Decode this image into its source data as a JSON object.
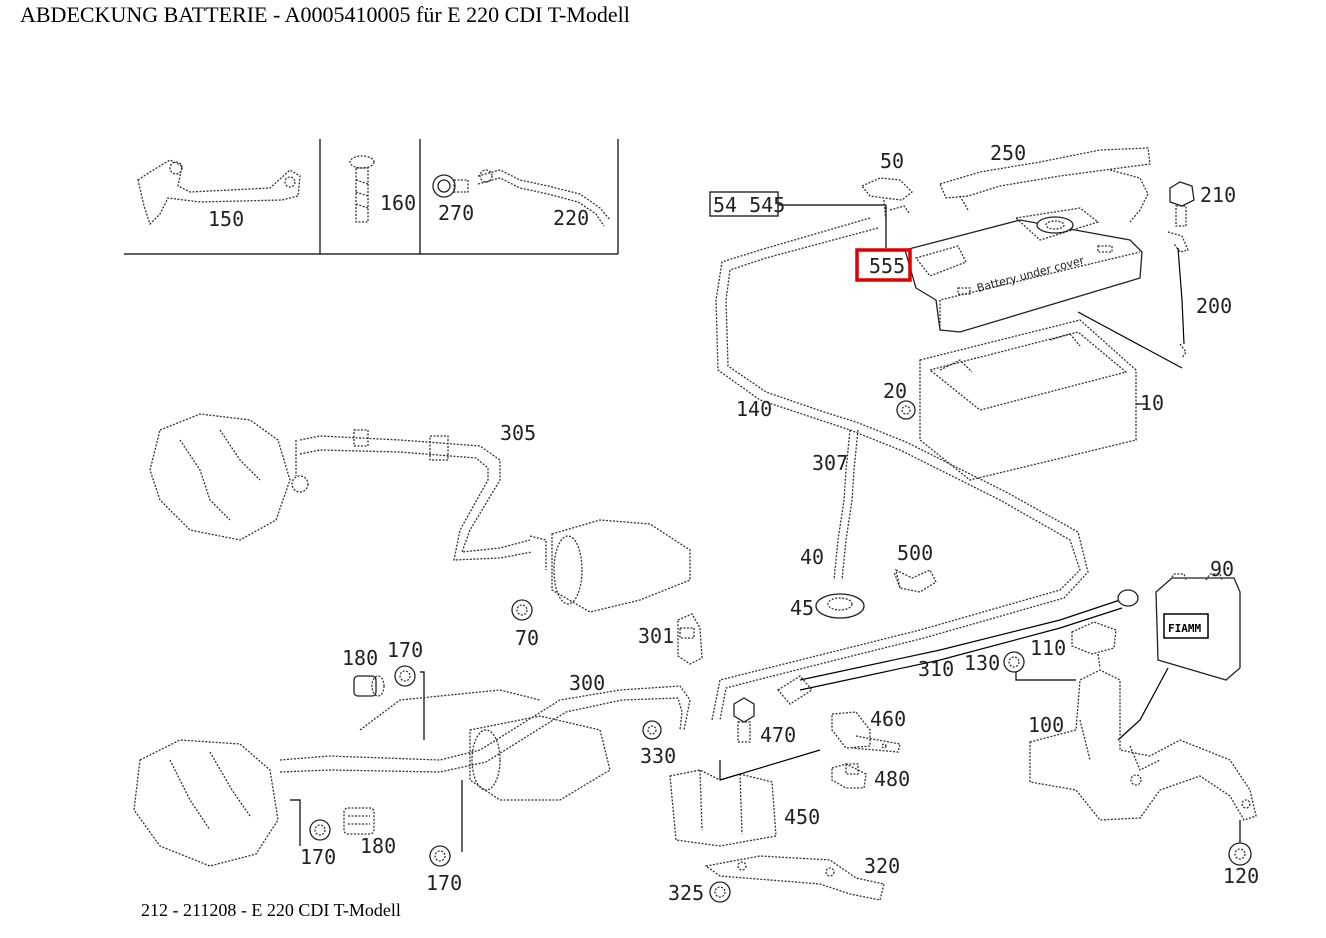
{
  "title": "ABDECKUNG BATTERIE - A0005410005 für E 220 CDI T-Modell",
  "footer": "212 - 211208 - E 220 CDI T-Modell",
  "highlight_color": "#e00000",
  "ref_box": "54 545",
  "cover_text": "Battery under cover",
  "labels": {
    "l150": "150",
    "l160": "160",
    "l270": "270",
    "l220": "220",
    "l50": "50",
    "l250": "250",
    "l210": "210",
    "l555": "555",
    "l200": "200",
    "l140": "140",
    "l20": "20",
    "l10": "10",
    "l305": "305",
    "l307": "307",
    "l40": "40",
    "l500": "500",
    "l45": "45",
    "l90": "90",
    "l70": "70",
    "l301": "301",
    "l180a": "180",
    "l170a": "170",
    "l300": "300",
    "l310": "310",
    "l130": "130",
    "l110": "110",
    "l100": "100",
    "l460": "460",
    "l470": "470",
    "l330": "330",
    "l480": "480",
    "l450": "450",
    "l170b": "170",
    "l180b": "180",
    "l170c": "170",
    "l320": "320",
    "l325": "325",
    "l120": "120"
  }
}
